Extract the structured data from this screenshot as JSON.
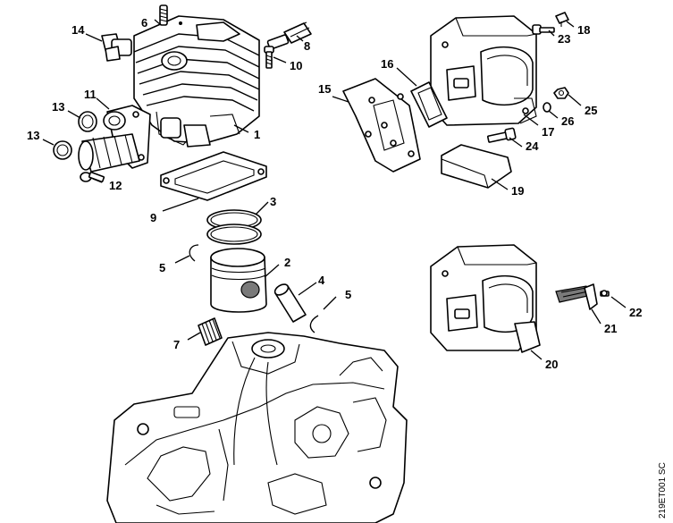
{
  "diagram": {
    "reference_code": "219ET001 SC",
    "callouts": [
      {
        "id": "p1",
        "label": "1"
      },
      {
        "id": "p2",
        "label": "2"
      },
      {
        "id": "p3",
        "label": "3"
      },
      {
        "id": "p4",
        "label": "4"
      },
      {
        "id": "p5a",
        "label": "5"
      },
      {
        "id": "p5b",
        "label": "5"
      },
      {
        "id": "p6",
        "label": "6"
      },
      {
        "id": "p7",
        "label": "7"
      },
      {
        "id": "p8",
        "label": "8"
      },
      {
        "id": "p9",
        "label": "9"
      },
      {
        "id": "p10",
        "label": "10"
      },
      {
        "id": "p11",
        "label": "11"
      },
      {
        "id": "p12",
        "label": "12"
      },
      {
        "id": "p13a",
        "label": "13"
      },
      {
        "id": "p13b",
        "label": "13"
      },
      {
        "id": "p14",
        "label": "14"
      },
      {
        "id": "p15",
        "label": "15"
      },
      {
        "id": "p16",
        "label": "16"
      },
      {
        "id": "p17",
        "label": "17"
      },
      {
        "id": "p18",
        "label": "18"
      },
      {
        "id": "p19",
        "label": "19"
      },
      {
        "id": "p20",
        "label": "20"
      },
      {
        "id": "p21",
        "label": "21"
      },
      {
        "id": "p22",
        "label": "22"
      },
      {
        "id": "p23",
        "label": "23"
      },
      {
        "id": "p24",
        "label": "24"
      },
      {
        "id": "p25",
        "label": "25"
      },
      {
        "id": "p26",
        "label": "26"
      }
    ]
  }
}
